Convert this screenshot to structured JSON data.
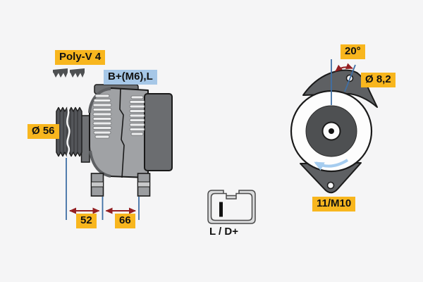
{
  "drawing": {
    "type": "alternator-technical-drawing",
    "labels": {
      "belt_type": "Poly-V 4",
      "terminals": "B+(M6),L",
      "pulley_diameter": "Ø 56",
      "dim_pulley_to_foot": "52",
      "dim_foot_span": "66",
      "mount_angle": "20°",
      "lug_hole_diameter": "Ø 8,2",
      "mount_arm": "11/M10",
      "connector_pins": "L / D+"
    },
    "icons": {
      "belt_profile": "poly-v-belt-profile-icon",
      "rotation": "counterclockwise-rotation-arrow"
    },
    "colors": {
      "label_yellow": "#F8B61E",
      "label_blue": "#A6C7E7",
      "dimension_line_blue": "#3F6FA5",
      "dimension_arrow_red": "#941F22",
      "rotation_arrow_blue": "#A5CCEF",
      "body_gray": "#A0A2A5",
      "dark_gray": "#5E6063",
      "background": "#F5F5F6"
    }
  }
}
